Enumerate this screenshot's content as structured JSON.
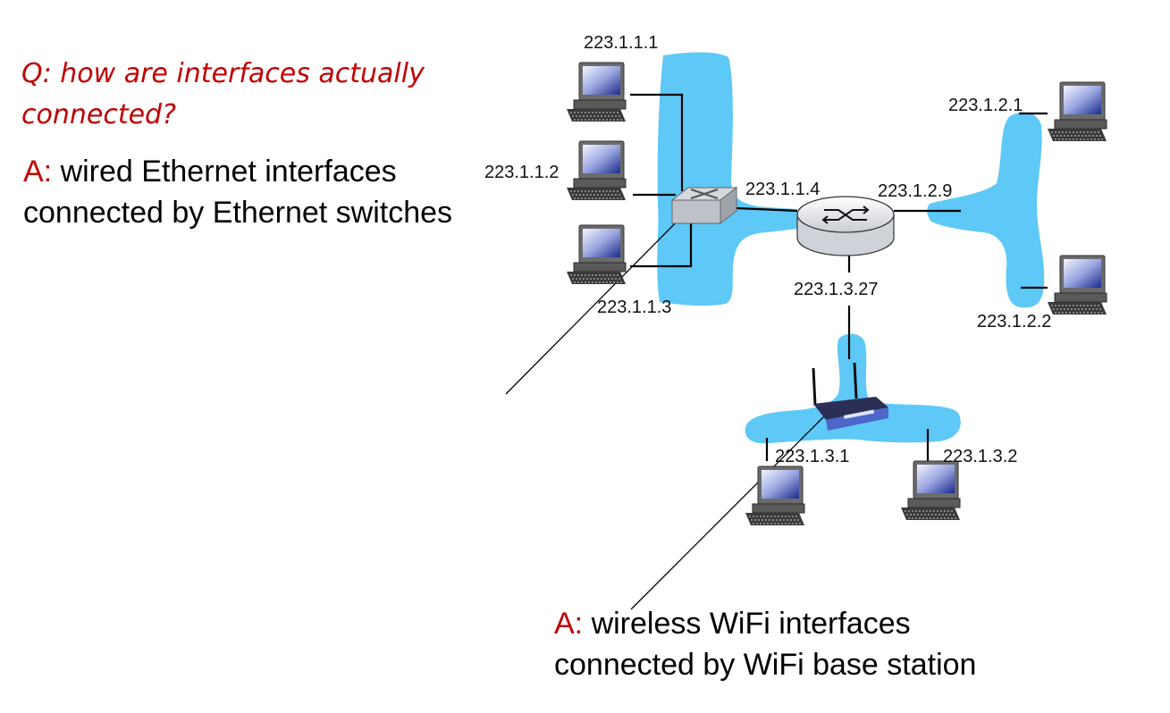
{
  "question": {
    "line1": "Q: how are interfaces actually",
    "line2": "connected?"
  },
  "answer_wired": {
    "label": "A:",
    "line1": " wired Ethernet interfaces",
    "line2": "connected by Ethernet switches"
  },
  "answer_wifi": {
    "label": "A:",
    "line1": " wireless WiFi interfaces",
    "line2": "connected by WiFi base station"
  },
  "addresses": {
    "host_1_1": "223.1.1.1",
    "host_1_2": "223.1.1.2",
    "host_1_3": "223.1.1.3",
    "router_if_1": "223.1.1.4",
    "router_if_2": "223.1.2.9",
    "router_if_3": "223.1.3.27",
    "host_2_1": "223.1.2.1",
    "host_2_2": "223.1.2.2",
    "host_3_1": "223.1.3.1",
    "host_3_2": "223.1.3.2"
  },
  "colors": {
    "subnet": "#5ec8f7",
    "accent": "#c00000"
  }
}
